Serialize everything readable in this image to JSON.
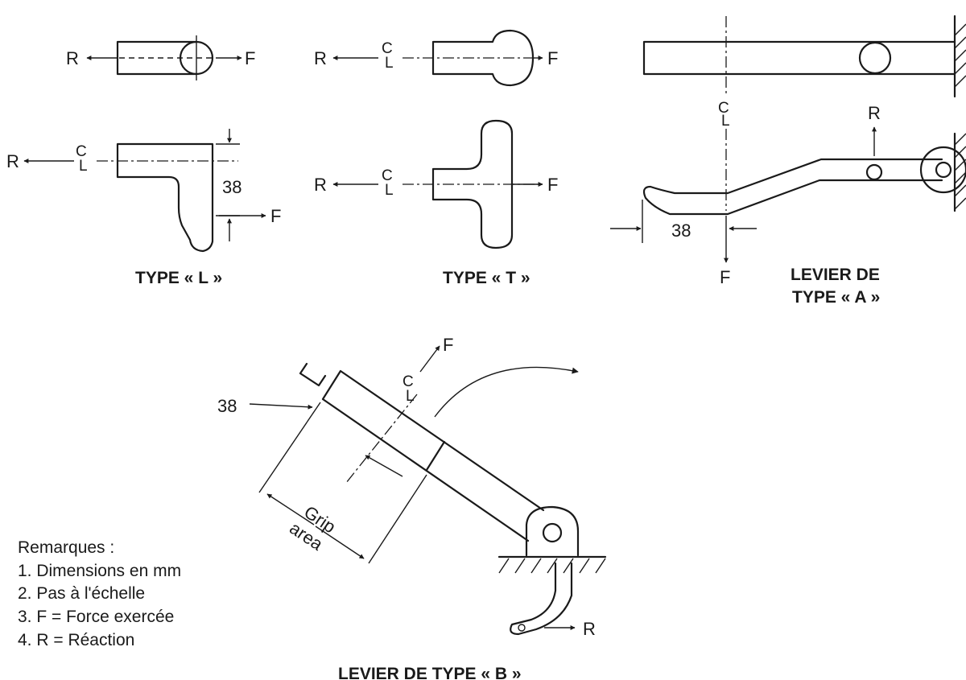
{
  "labels": {
    "r": "R",
    "f": "F",
    "dim38": "38",
    "cl_c": "C",
    "cl_l": "L",
    "grip": "Grip",
    "area": "area"
  },
  "captions": {
    "type_l": "TYPE « L »",
    "type_t": "TYPE « T »",
    "levier_a_line1": "LEVIER  DE",
    "levier_a_line2": "TYPE « A »",
    "levier_b": "LEVIER DE TYPE « B »"
  },
  "remarks": {
    "title": "Remarques :",
    "items": [
      "1. Dimensions en mm",
      "2. Pas à l'échelle",
      "3. F = Force exercée",
      "4. R = Réaction"
    ]
  }
}
